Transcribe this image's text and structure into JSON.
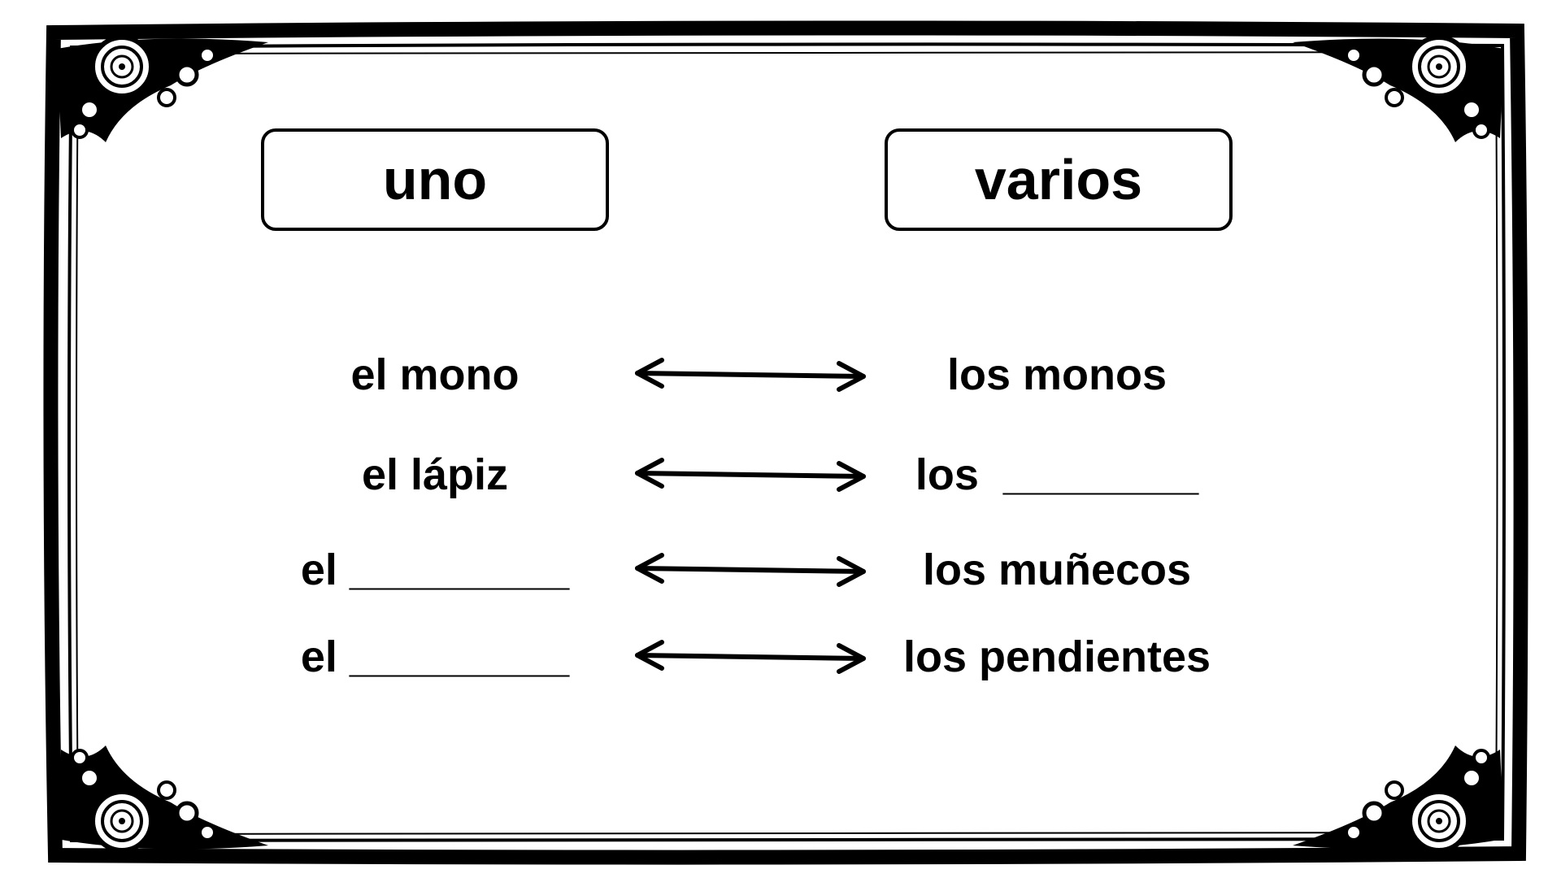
{
  "headers": {
    "singular": "uno",
    "plural": "varios"
  },
  "pairs": [
    {
      "singular": "el mono",
      "plural": "los monos"
    },
    {
      "singular": "el lápiz",
      "plural": "los  ________"
    },
    {
      "singular": "el _________",
      "plural": "los muñecos"
    },
    {
      "singular": "el _________",
      "plural": "los pendientes"
    }
  ],
  "icons": {
    "connector": "double-arrow-icon",
    "frame": "swirl-frame-decoration"
  }
}
